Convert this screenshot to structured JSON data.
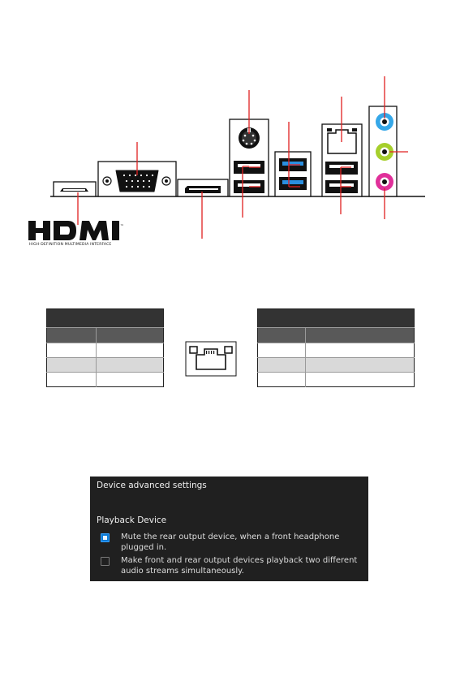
{
  "io_panel": {
    "logo_text": "HDMI",
    "logo_tm": "™",
    "logo_subtitle": "HIGH-DEFINITION MULTIMEDIA INTERFACE"
  },
  "led_table_left": {
    "rows": [
      [
        "",
        ""
      ],
      [
        "",
        ""
      ],
      [
        "",
        ""
      ]
    ]
  },
  "led_table_right": {
    "rows": [
      [
        "",
        ""
      ],
      [
        "",
        ""
      ],
      [
        "",
        ""
      ]
    ]
  },
  "settings": {
    "title": "Device advanced settings",
    "section_label": "Playback Device",
    "options": [
      {
        "label_line1": "Mute the rear output device, when a front headphone",
        "label_line2": "plugged in.",
        "checked": true
      },
      {
        "label_line1": "Make front and rear output devices playback two different",
        "label_line2": "audio streams simultaneously.",
        "checked": false
      }
    ]
  },
  "colors": {
    "callout_line": "#e02020",
    "usb3_blue": "#2a8fe0",
    "audio_line_in": "#35a7e8",
    "audio_line_out": "#a6cf2c",
    "audio_mic": "#e0309a",
    "checkbox_accent": "#0a7ad6",
    "settings_bg": "#202020"
  }
}
